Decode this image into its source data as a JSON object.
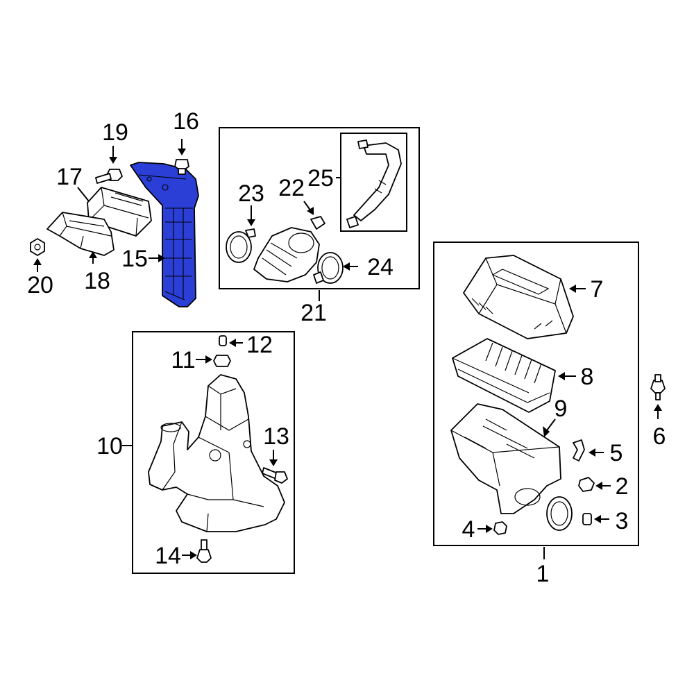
{
  "diagram": {
    "highlight_color": "#2b3fd6",
    "highlighted_part": "15",
    "callouts": {
      "c1": "1",
      "c2": "2",
      "c3": "3",
      "c4": "4",
      "c5": "5",
      "c6": "6",
      "c7": "7",
      "c8": "8",
      "c9": "9",
      "c10": "10",
      "c11": "11",
      "c12": "12",
      "c13": "13",
      "c14": "14",
      "c15": "15",
      "c16": "16",
      "c17": "17",
      "c18": "18",
      "c19": "19",
      "c20": "20",
      "c21": "21",
      "c22": "22",
      "c23": "23",
      "c24": "24",
      "c25": "25"
    }
  }
}
